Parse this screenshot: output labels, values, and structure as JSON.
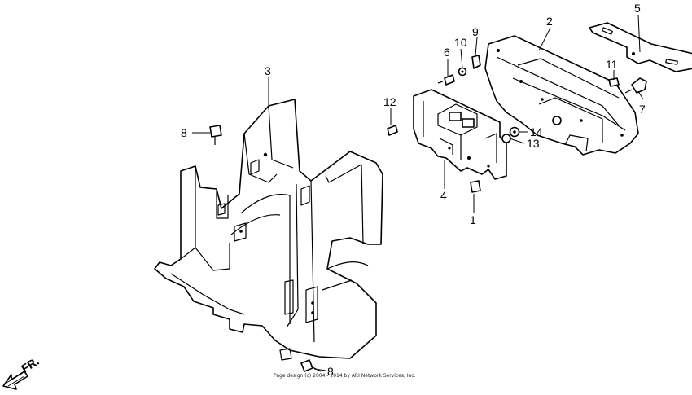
{
  "callouts": {
    "c1": "1",
    "c2": "2",
    "c3": "3",
    "c4": "4",
    "c5": "5",
    "c6": "6",
    "c7": "7",
    "c8a": "8",
    "c8b": "8",
    "c9": "9",
    "c10": "10",
    "c11": "11",
    "c12": "12",
    "c13": "13",
    "c14": "14"
  },
  "direction_label": "FR.",
  "copyright": "Page design (c) 2004 - 2014 by ARI Network Services, Inc."
}
